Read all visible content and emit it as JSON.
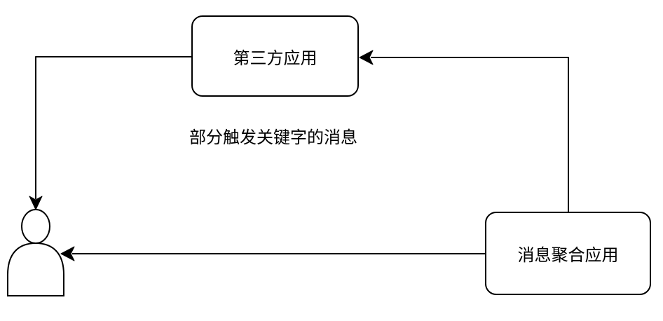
{
  "canvas": {
    "background_color": "#ffffff",
    "stroke_color": "#000000",
    "text_color": "#000000"
  },
  "diagram": {
    "nodes": [
      {
        "id": "third-party-app",
        "type": "rounded-rect",
        "label": "第三方应用"
      },
      {
        "id": "message-aggregator-app",
        "type": "rounded-rect",
        "label": "消息聚合应用"
      },
      {
        "id": "user",
        "type": "actor",
        "label": ""
      }
    ],
    "edge_label": "部分触发关键字的消息",
    "edges": [
      {
        "from": "third-party-app",
        "to": "user",
        "style": "orthogonal-arrow"
      },
      {
        "from": "message-aggregator-app",
        "to": "third-party-app",
        "style": "orthogonal-arrow"
      },
      {
        "from": "message-aggregator-app",
        "to": "user",
        "style": "straight-arrow"
      }
    ]
  }
}
